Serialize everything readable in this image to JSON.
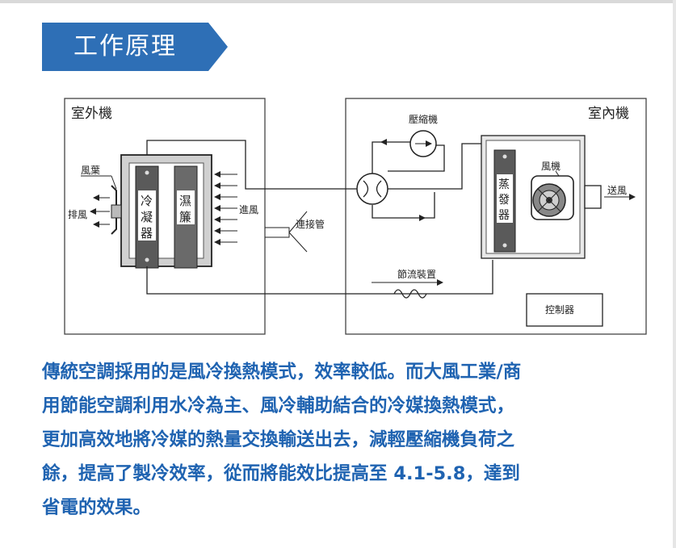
{
  "header": {
    "title": "工作原理"
  },
  "diagram": {
    "outdoor_unit": "室外機",
    "indoor_unit": "室內機",
    "fan_blade": "風葉",
    "exhaust_air": "排風",
    "condenser": [
      "冷",
      "凝",
      "器"
    ],
    "wet_curtain": [
      "濕",
      "簾"
    ],
    "intake_air": "進風",
    "connecting_pipe": "連接管",
    "compressor": "壓縮機",
    "evaporator": [
      "蒸",
      "發",
      "器"
    ],
    "blower": "風機",
    "supply_air": "送風",
    "throttle_device": "節流裝置",
    "controller": "控制器"
  },
  "description": {
    "lines": [
      "傳統空調採用的是風冷換熱模式，效率較低。而大風工業/商",
      "用節能空調利用水冷為主、風冷輔助結合的冷媒換熱模式，",
      "更加高效地將冷媒的熱量交換輸送出去，減輕壓縮機負荷之",
      "餘，提高了製冷效率，從而將能效比提高至 4.1-5.8，達到",
      "省電的效果。"
    ]
  },
  "colors": {
    "banner": "#2e6fb6",
    "description_text": "#1f63b1"
  }
}
